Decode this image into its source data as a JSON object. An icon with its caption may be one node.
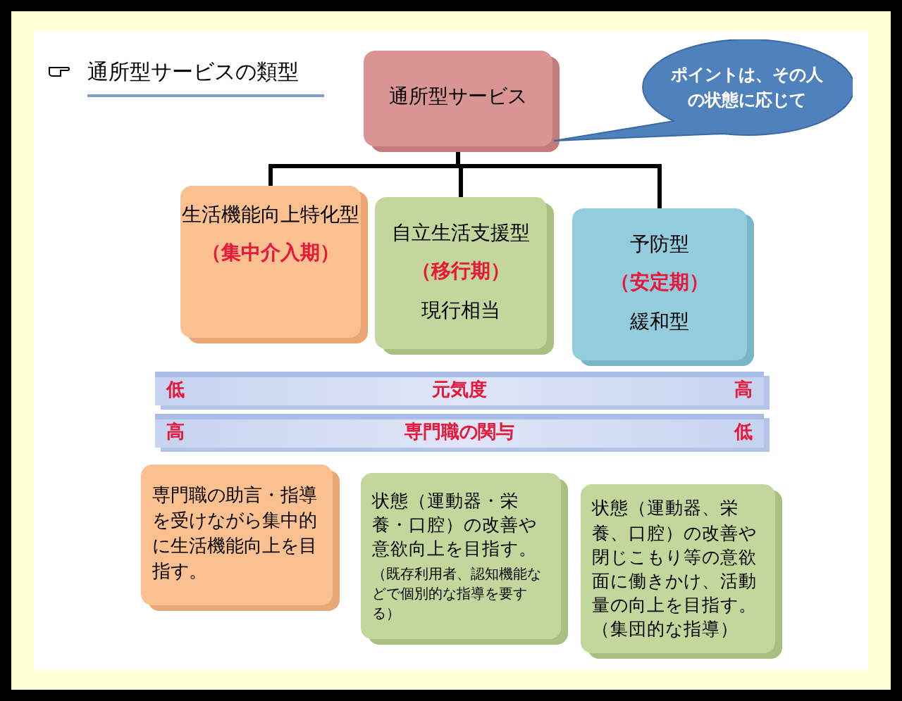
{
  "diagram": {
    "title": "通所型サービスの類型",
    "nodes": [
      {
        "text": [
          "通所型サービス"
        ]
      },
      {
        "text": [
          "生活機能向上特化型",
          "（集中介入期）"
        ]
      },
      {
        "text": [
          "自立生活支援型",
          "（移行期）",
          "現行相当"
        ]
      },
      {
        "text": [
          "予防型",
          "（安定期）",
          "緩和型"
        ]
      },
      {
        "text": [
          "ポイントは、その人の状態に応じて"
        ]
      },
      {
        "text": [
          "低",
          "元気度",
          "高"
        ]
      },
      {
        "text": [
          "高",
          "専門職の関与",
          "低"
        ]
      },
      {
        "text": [
          "専門職の助言・指導を受けながら集中的に生活機能向上を目指す。"
        ]
      },
      {
        "text": [
          "状態（運動器・栄養・口腔）の改善や意欲向上を目指す。",
          "（既存利用者、認知機能などで個別的な指導を要する）"
        ]
      },
      {
        "text": [
          "状態（運動器、栄養、口腔）の改善や閉じこもり等の意欲面に働きかけ、活動量の向上を目指す。（集団的な指導）"
        ]
      }
    ],
    "edges": [
      {
        "from": 0,
        "to": 1,
        "arrow": "none"
      },
      {
        "from": 0,
        "to": 2,
        "arrow": "none"
      },
      {
        "from": 0,
        "to": 3,
        "arrow": "none"
      }
    ]
  }
}
